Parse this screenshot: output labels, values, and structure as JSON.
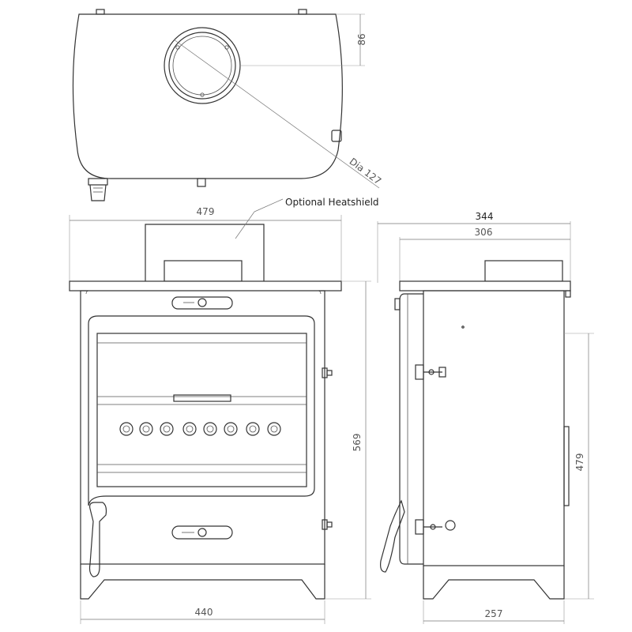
{
  "dimensions": {
    "top_depth": "86",
    "flue_diameter": "Dia 127",
    "overall_width": "479",
    "side_depth": "344",
    "side_body_depth": "306",
    "front_height": "569",
    "flue_height": "479",
    "base_width": "440",
    "base_depth": "257"
  },
  "labels": {
    "heatshield": "Optional Heatshield"
  }
}
